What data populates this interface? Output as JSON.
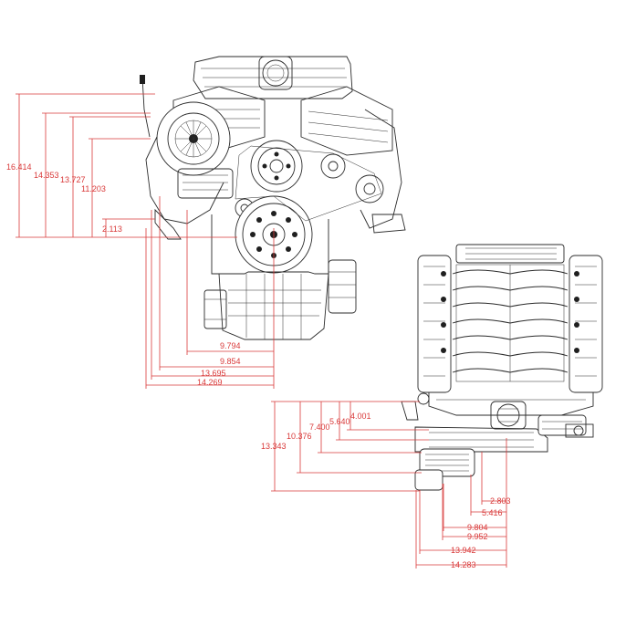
{
  "front_view": {
    "vertical_dimensions": [
      "16.414",
      "14.353",
      "13.727",
      "11.203",
      "2.113"
    ],
    "horizontal_dimensions": [
      "9.794",
      "9.854",
      "13.695",
      "14.269"
    ]
  },
  "top_view": {
    "vertical_dimensions": [
      "13.343",
      "10.376",
      "7.400",
      "5.640",
      "4.001"
    ],
    "horizontal_dimensions": [
      "2.803",
      "5.416",
      "9.804",
      "9.952",
      "13.942",
      "14.283"
    ]
  }
}
